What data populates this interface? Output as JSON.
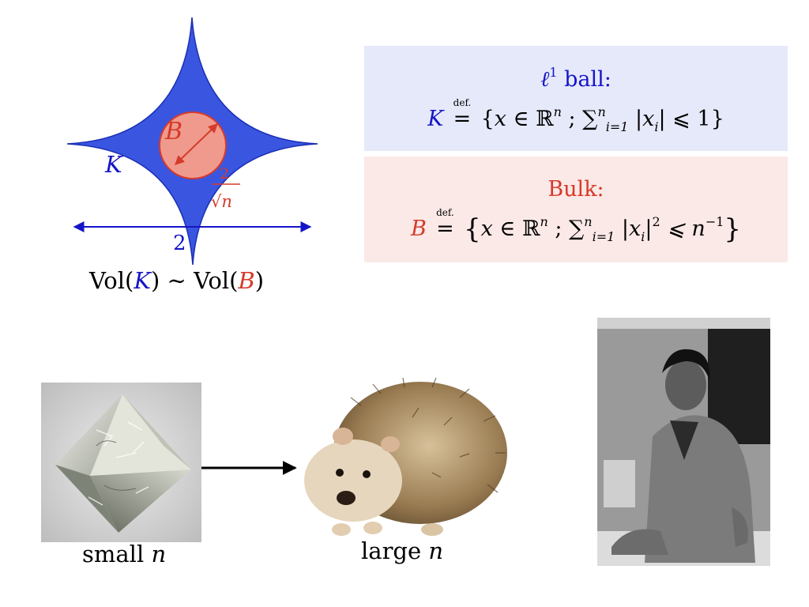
{
  "diagram": {
    "star_label": "K",
    "ball_label": "B",
    "radius_numerator": "2",
    "radius_denominator": "√n",
    "width_label": "2",
    "colors": {
      "blue": "#1515c8",
      "star_fill": "#3a56e0",
      "red": "#d63a2a",
      "ball_fill": "#ef9a8c"
    }
  },
  "volume_caption": {
    "prefix": "Vol(",
    "k": "K",
    "mid": ") ∼ Vol(",
    "b": "B",
    "suffix": ")"
  },
  "l1_box": {
    "title_symbol": "ℓ",
    "title_sup": "1",
    "title_text": " ball:",
    "lhs": "K",
    "def_label": "def.",
    "eq": "=",
    "set_open": "{",
    "x": "x",
    "in_rn": " ∈ ℝ",
    "rn_sup": "n",
    "sep": " ; ∑",
    "sum_sub": "i=1",
    "sum_sup": "n",
    "term": " |x",
    "term_sub": "i",
    "cond": "| ⩽ 1",
    "set_close": "}"
  },
  "bulk_box": {
    "title": "Bulk:",
    "lhs": "B",
    "def_label": "def.",
    "eq": "=",
    "set_open": "{",
    "x": "x",
    "in_rn": " ∈ ℝ",
    "rn_sup": "n",
    "sep": " ; ∑",
    "sum_sub": "i=1",
    "sum_sup": "n",
    "term": " |x",
    "term_sub": "i",
    "term_close": "|",
    "sq_sup": "2",
    "cond": " ⩽ n",
    "cond_sup": "−1",
    "set_close": "}"
  },
  "captions": {
    "small": "small ",
    "small_var": "n",
    "large": "large ",
    "large_var": "n"
  }
}
